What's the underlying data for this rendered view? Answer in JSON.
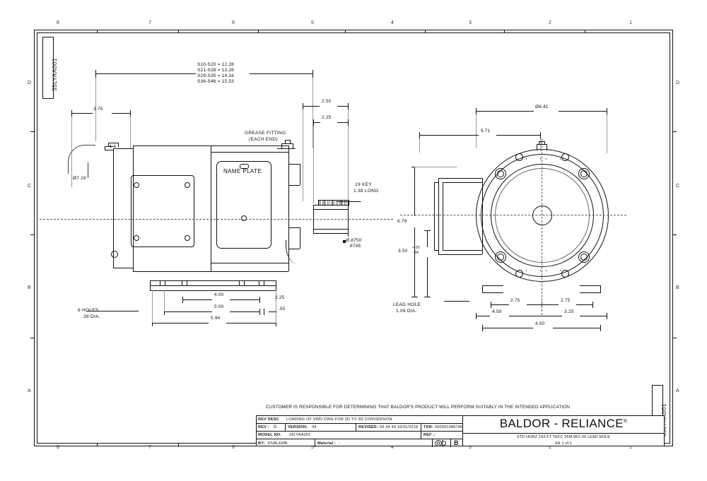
{
  "sheet": {
    "zones_top": [
      "8",
      "7",
      "6",
      "5",
      "4",
      "3",
      "2",
      "1"
    ],
    "zones_bottom": [
      "8",
      "7",
      "6",
      "5",
      "4",
      "3",
      "2",
      "1"
    ],
    "zones_left": [
      "D",
      "C",
      "B",
      "A"
    ],
    "zones_right": [
      "D",
      "C",
      "B",
      "A"
    ],
    "side_label": "35LYAA001"
  },
  "customer_note": "CUSTOMER IS RESPONSIBLE FOR DETERMINING THAT BALDOR'S PRODUCT WILL PERFORM SUITABLY IN THE INTENDED APPLICATION",
  "title_block": {
    "rev_desc_label": "REV  DESC",
    "rev_desc_value": "LOADING OF SWD DWG FOR 2D TO 3D CONVERSION",
    "rev_label": "REV :",
    "rev_value": "D",
    "version_label": "VERSION:",
    "version_value": "04",
    "revised_label": "REVISED:",
    "revised_value": "09 34 44 10/31/2018",
    "tdr_label": "TDR:",
    "tdr_value": "000001089746",
    "model_label": "MODEL NO.",
    "model_value": "35LYAA001",
    "ref_label": "REF :",
    "ref_value": "-",
    "by_label": "BY:",
    "by_value": "ENALEMB",
    "material_label": "Material :",
    "material_value": "-",
    "projection_symbol": "third-angle-projection",
    "sheet_size": "B",
    "brand": "BALDOR - RELIANCE",
    "brand_mark": "®",
    "description": "STD HORZ 143-5T TEFC 35M W/1.09 LEAD HOLE",
    "sheet_count": "SH 1 of 1"
  },
  "left_view": {
    "stack_table": [
      "S10-S20 = 12.28",
      "S21-S28 = 13.28",
      "S29-S35 = 14.16",
      "S36-S46 = 15.53"
    ],
    "dim_3_75": "3.75",
    "dia_7_19": "Ø7.19",
    "note_grease_1": "GREASE FITTING",
    "note_grease_2": "(EACH END)",
    "nameplate": "NAME PLATE",
    "dim_2_50": "2.50",
    "dim_2_25_top": "2.25",
    "note_key_1": ".19 KEY",
    "note_key_2": "1.38 LONG",
    "shaft_dia_upper": "Ø.8750",
    "shaft_dia_lower": ".8745",
    "dim_4_00": "4.00",
    "dim_5_00": "5.00",
    "dim_5_94": "5.94",
    "dim_2_25_bot": "2.25",
    "dim_0_50": ".50",
    "note_holes_1": "6 HOLES",
    "note_holes_2": ".38 DIA."
  },
  "right_view": {
    "dia_6_41": "Ø6.41",
    "dim_5_71": "5.71",
    "dim_6_79": "6.79",
    "dim_3_50": "3.50",
    "tol_plus": "+.00",
    "tol_minus": "-.06",
    "note_lead_1": "LEAD HOLE",
    "note_lead_2": "1.09 DIA.",
    "dim_2_75_a": "2.75",
    "dim_2_75_b": "2.75",
    "dim_4_59": "4.59",
    "dim_3_25": "3.25",
    "dim_4_50": "4.50"
  }
}
